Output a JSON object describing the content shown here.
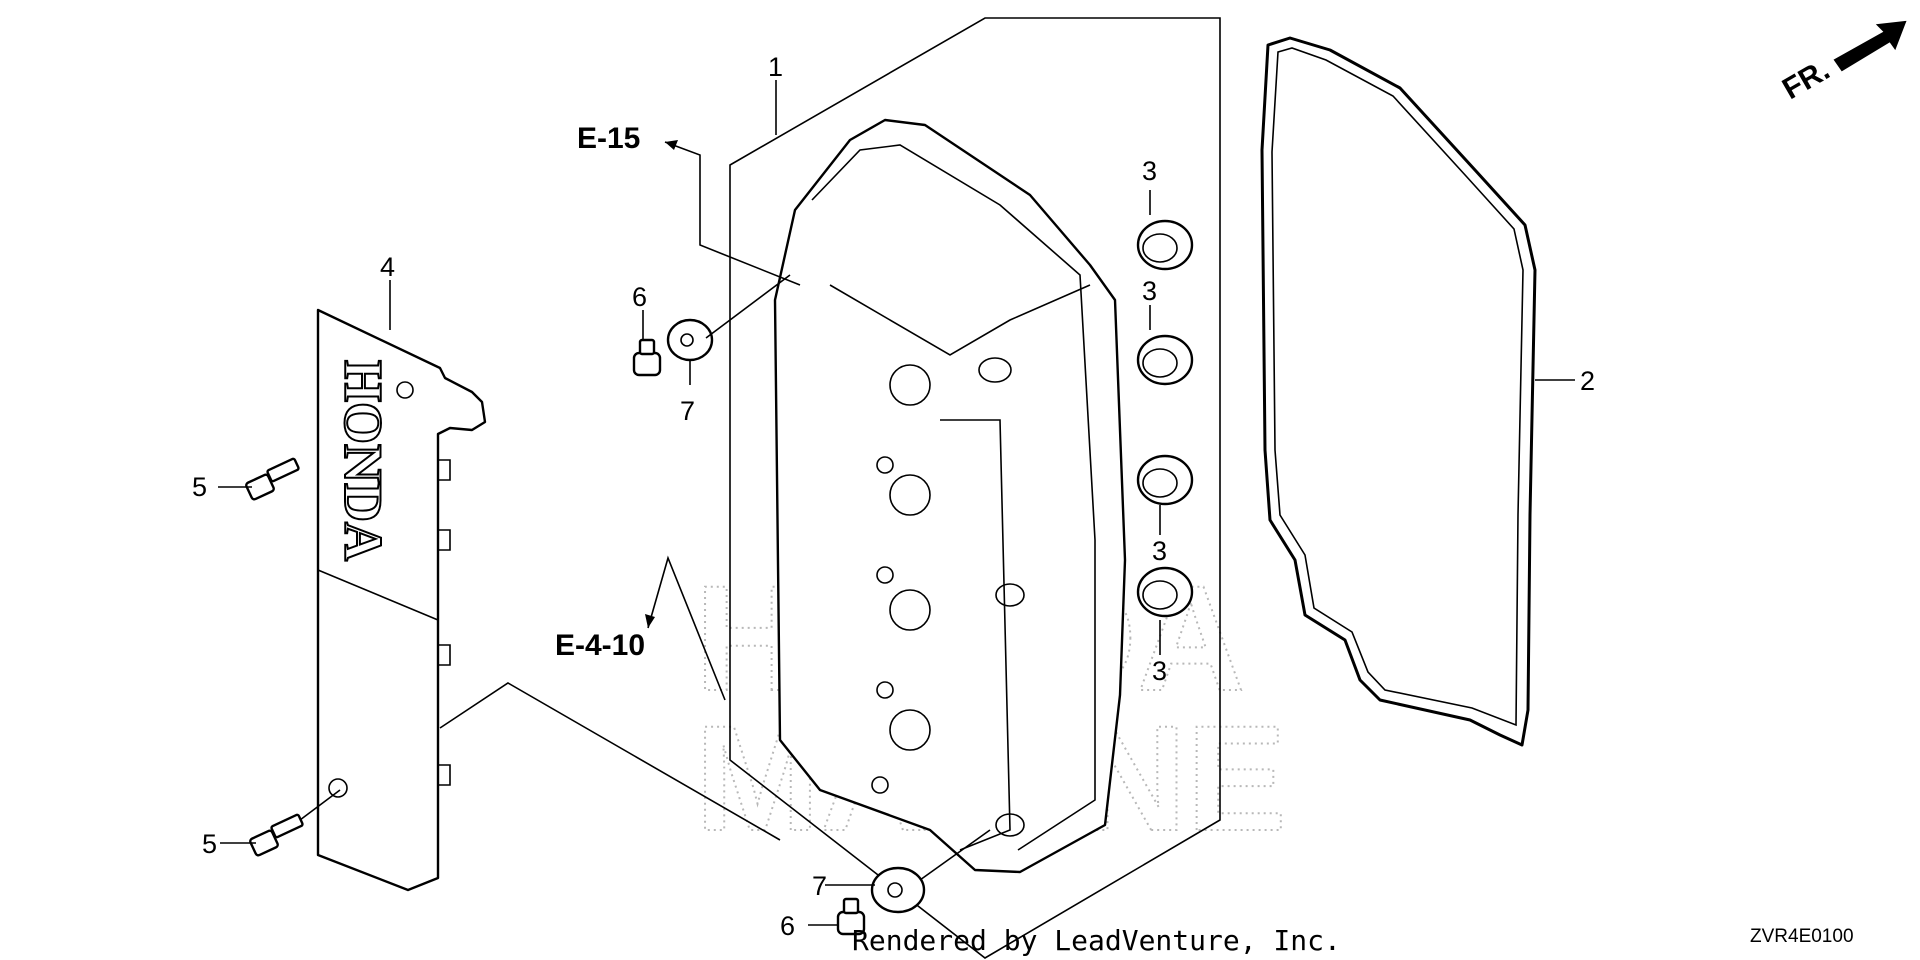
{
  "diagram": {
    "callouts": {
      "p1": "1",
      "p2": "2",
      "p3a": "3",
      "p3b": "3",
      "p3c": "3",
      "p3d": "3",
      "p4": "4",
      "p5a": "5",
      "p5b": "5",
      "p6a": "6",
      "p6b": "6",
      "p7a": "7",
      "p7b": "7"
    },
    "references": {
      "e15": "E-15",
      "e410": "E-4-10"
    },
    "direction_label": "FR.",
    "logo_text": "HONDA",
    "watermark": {
      "line1": "HONDA",
      "line2": "MARINE"
    },
    "footer_credit": "Rendered by LeadVenture, Inc.",
    "diagram_code": "ZVR4E0100"
  }
}
